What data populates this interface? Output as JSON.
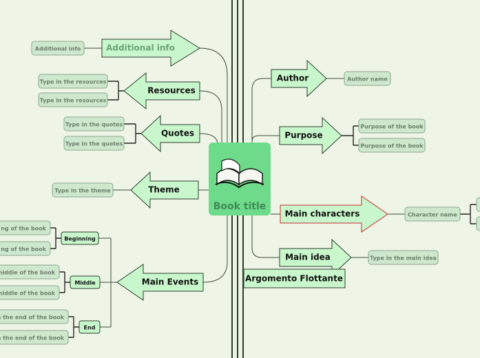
{
  "central": {
    "title": "Book title",
    "icon": "open-book-icon"
  },
  "floating": {
    "label": "Argomento Flottante"
  },
  "left_topics": [
    {
      "id": "additional-info",
      "label": "Additional info",
      "children": [
        "Additional info"
      ]
    },
    {
      "id": "resources",
      "label": "Resources",
      "children": [
        "Type in the resources",
        "Type in the resources"
      ]
    },
    {
      "id": "quotes",
      "label": "Quotes",
      "children": [
        "Type in the quotes",
        "Type in the quotes"
      ]
    },
    {
      "id": "theme",
      "label": "Theme",
      "children": [
        "Type in the theme"
      ]
    },
    {
      "id": "main-events",
      "label": "Main Events",
      "groups": [
        {
          "label": "Beginning",
          "children": [
            "ng of the book",
            "ng of the book"
          ]
        },
        {
          "label": "Middle",
          "children": [
            "middle of the book",
            "middle of the book"
          ]
        },
        {
          "label": "End",
          "children": [
            "n the end of the book",
            "n the end of the book"
          ]
        }
      ]
    }
  ],
  "right_topics": [
    {
      "id": "author",
      "label": "Author",
      "children": [
        "Author name"
      ]
    },
    {
      "id": "purpose",
      "label": "Purpose",
      "children": [
        "Purpose of the book",
        "Purpose of the book"
      ]
    },
    {
      "id": "main-characters",
      "label": "Main characters",
      "children": [
        "Character name"
      ]
    },
    {
      "id": "main-idea",
      "label": "Main idea",
      "children": [
        "Type in the main idea"
      ]
    }
  ],
  "colors": {
    "background": "#eef5e7",
    "node_fill": "#c9f7cc",
    "node_stroke": "#2b3b2b",
    "leaf_fill": "#cde8cc",
    "leaf_stroke": "#8fa58f",
    "leaf_text": "#6b806b",
    "central_fill": "#6edb8a",
    "central_text": "#3f8a55",
    "highlight_stroke": "#cc2b2b",
    "dim_text": "#6aa277"
  }
}
